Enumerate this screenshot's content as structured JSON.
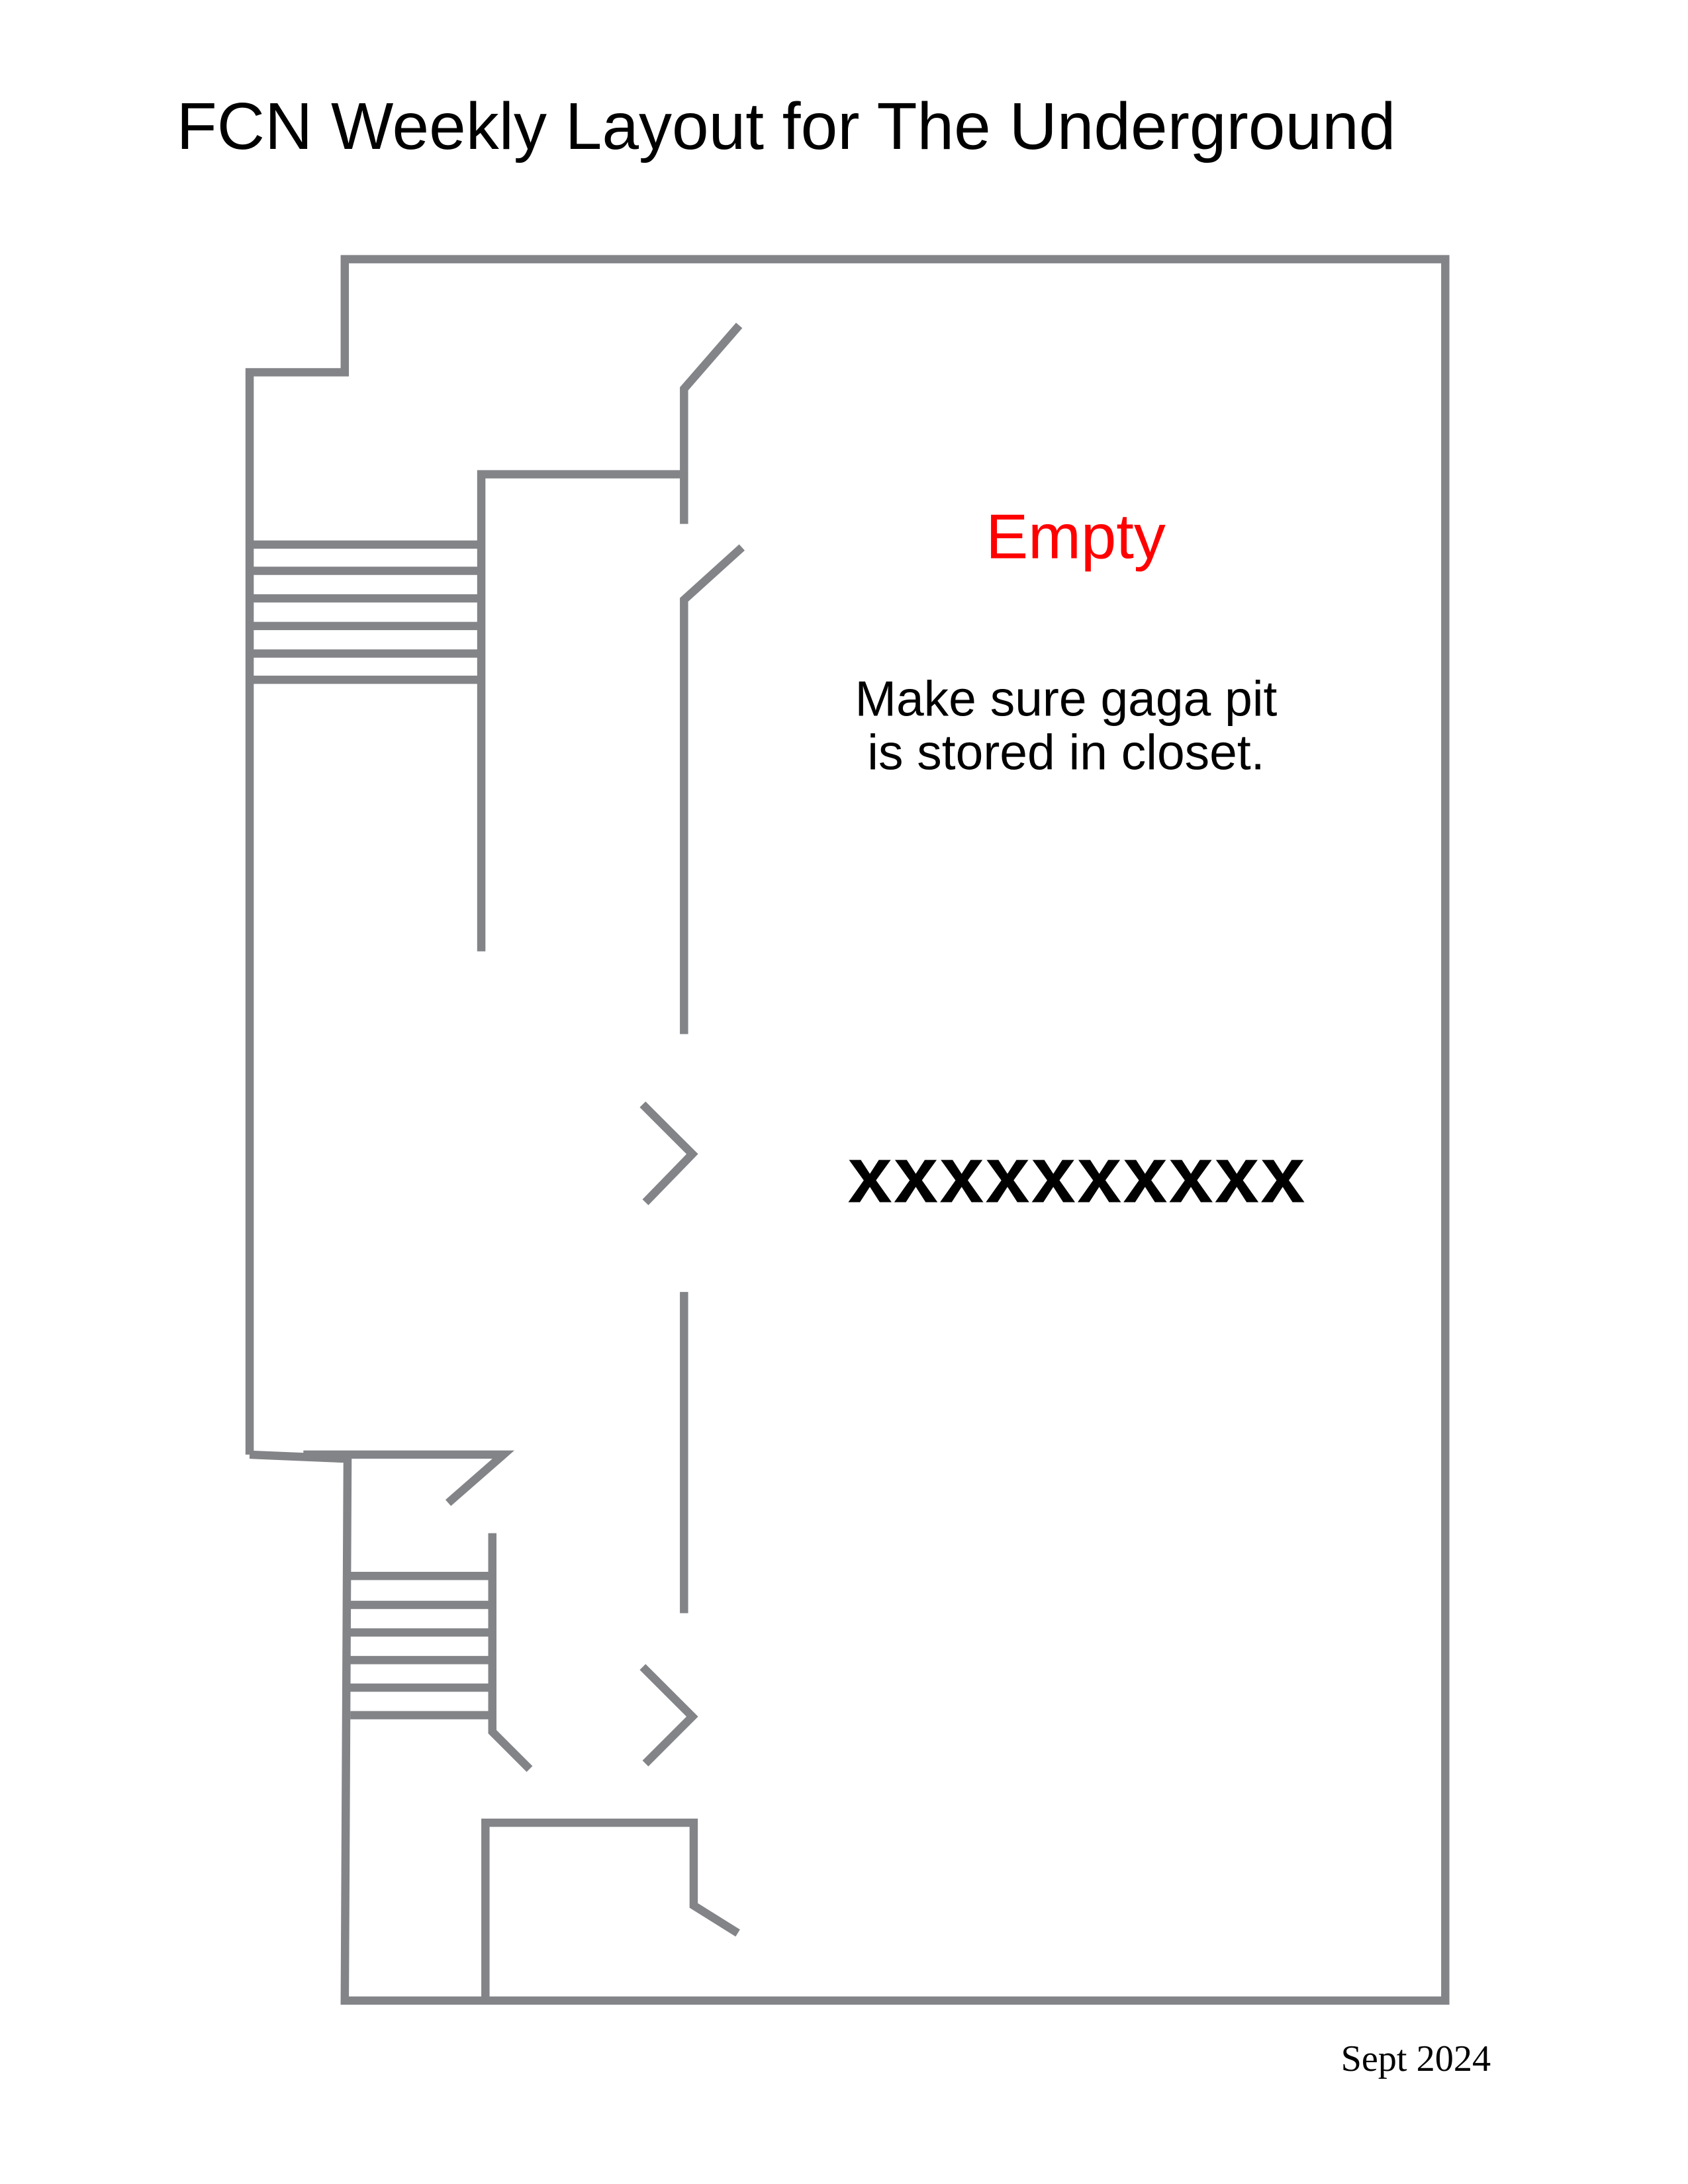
{
  "title": "FCN Weekly Layout for The Underground",
  "room": {
    "status_label": "Empty",
    "note_line_1": "Make sure gaga pit",
    "note_line_2": "is stored in closet.",
    "marker_row": "xxxxxxxxxx"
  },
  "footer_date": "Sept 2024",
  "colors": {
    "wall": "#838488",
    "status": "#ff0000",
    "text": "#000000"
  }
}
